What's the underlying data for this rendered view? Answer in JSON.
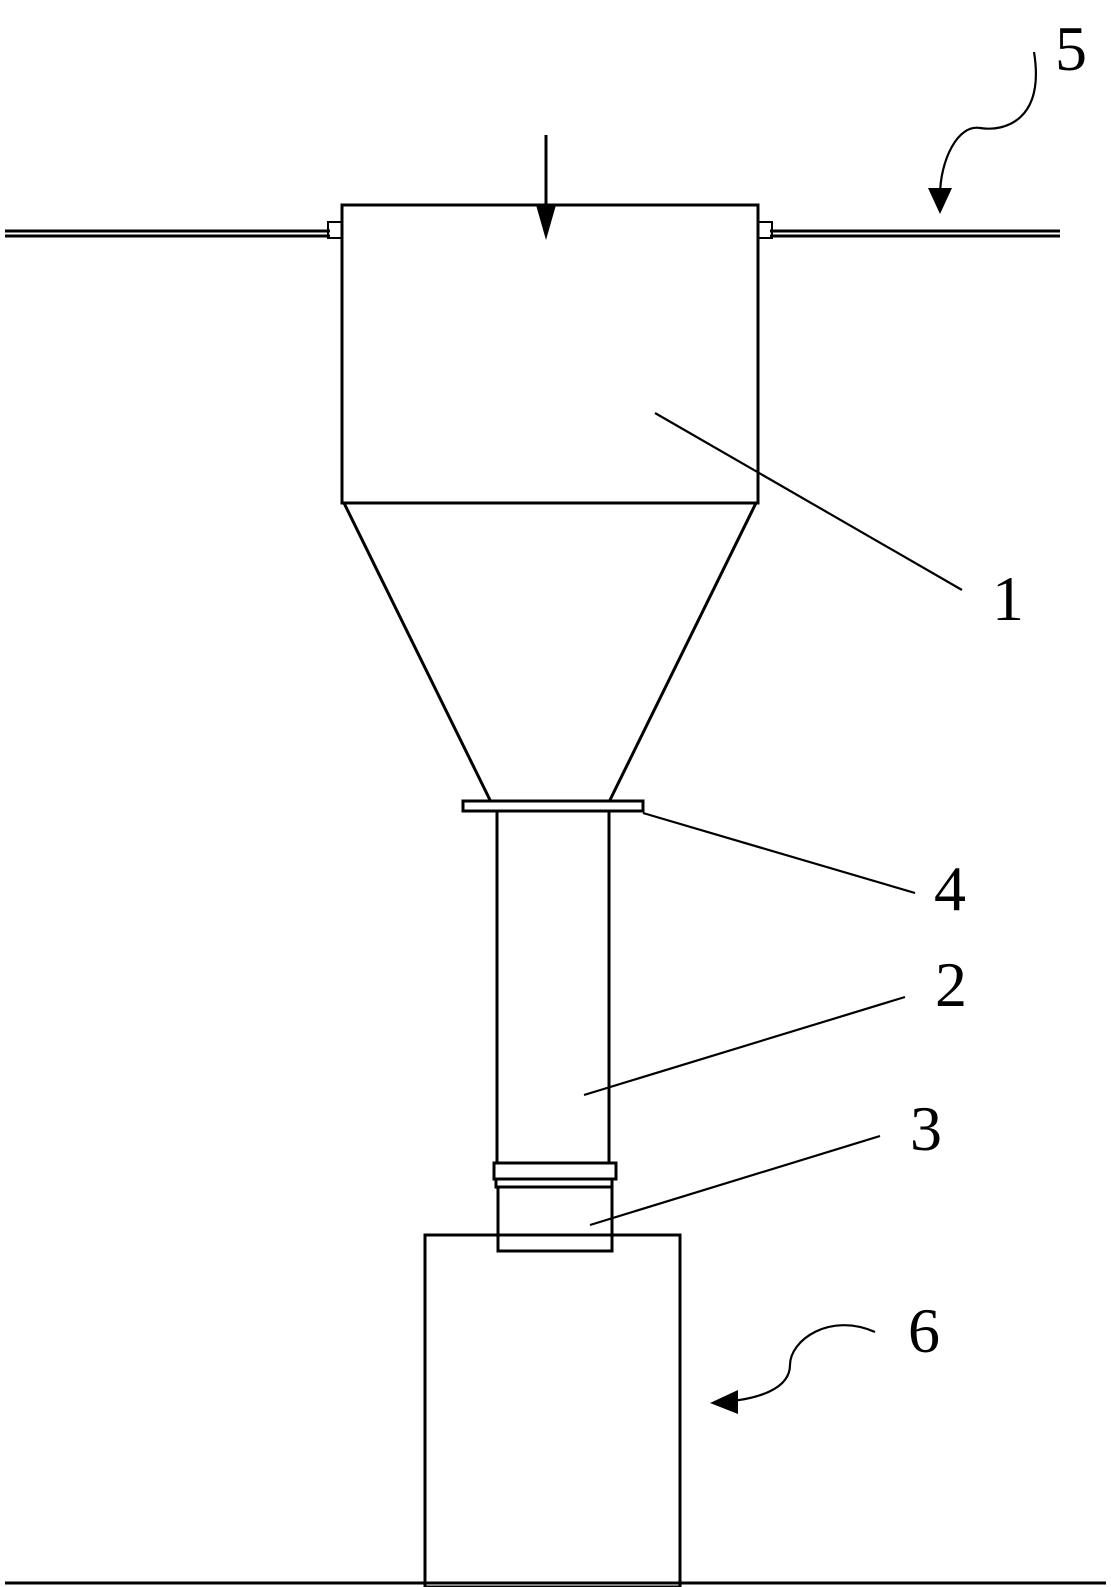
{
  "figure": {
    "labels": {
      "cyclone_body": "1",
      "pipe": "2",
      "lower_coupling": "3",
      "upper_flange": "4",
      "horizontal_duct": "5",
      "collection_box": "6"
    }
  }
}
